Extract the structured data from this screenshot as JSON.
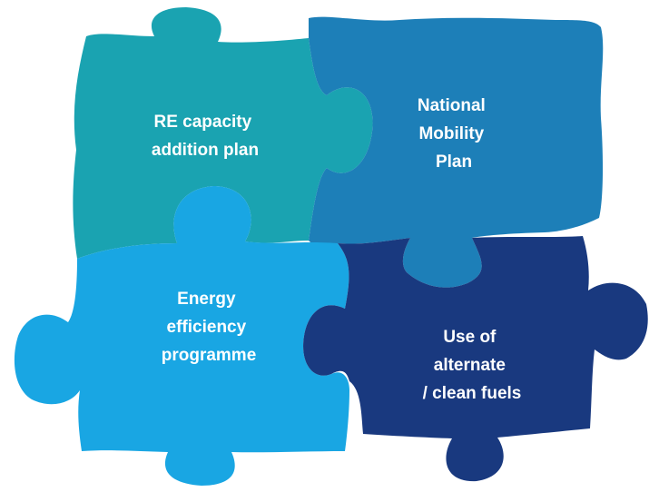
{
  "pieces": [
    {
      "id": "re",
      "color": "#1aa3b1",
      "lines": [
        "RE capacity",
        "addition plan"
      ]
    },
    {
      "id": "mobility",
      "color": "#1d7fb8",
      "lines": [
        "National",
        "Mobility",
        "Plan"
      ]
    },
    {
      "id": "efficiency",
      "color": "#19a6e3",
      "lines": [
        "Energy",
        "efficiency",
        "programme"
      ]
    },
    {
      "id": "fuels",
      "color": "#19397f",
      "lines": [
        "Use of",
        "alternate",
        "/ clean fuels"
      ]
    }
  ]
}
